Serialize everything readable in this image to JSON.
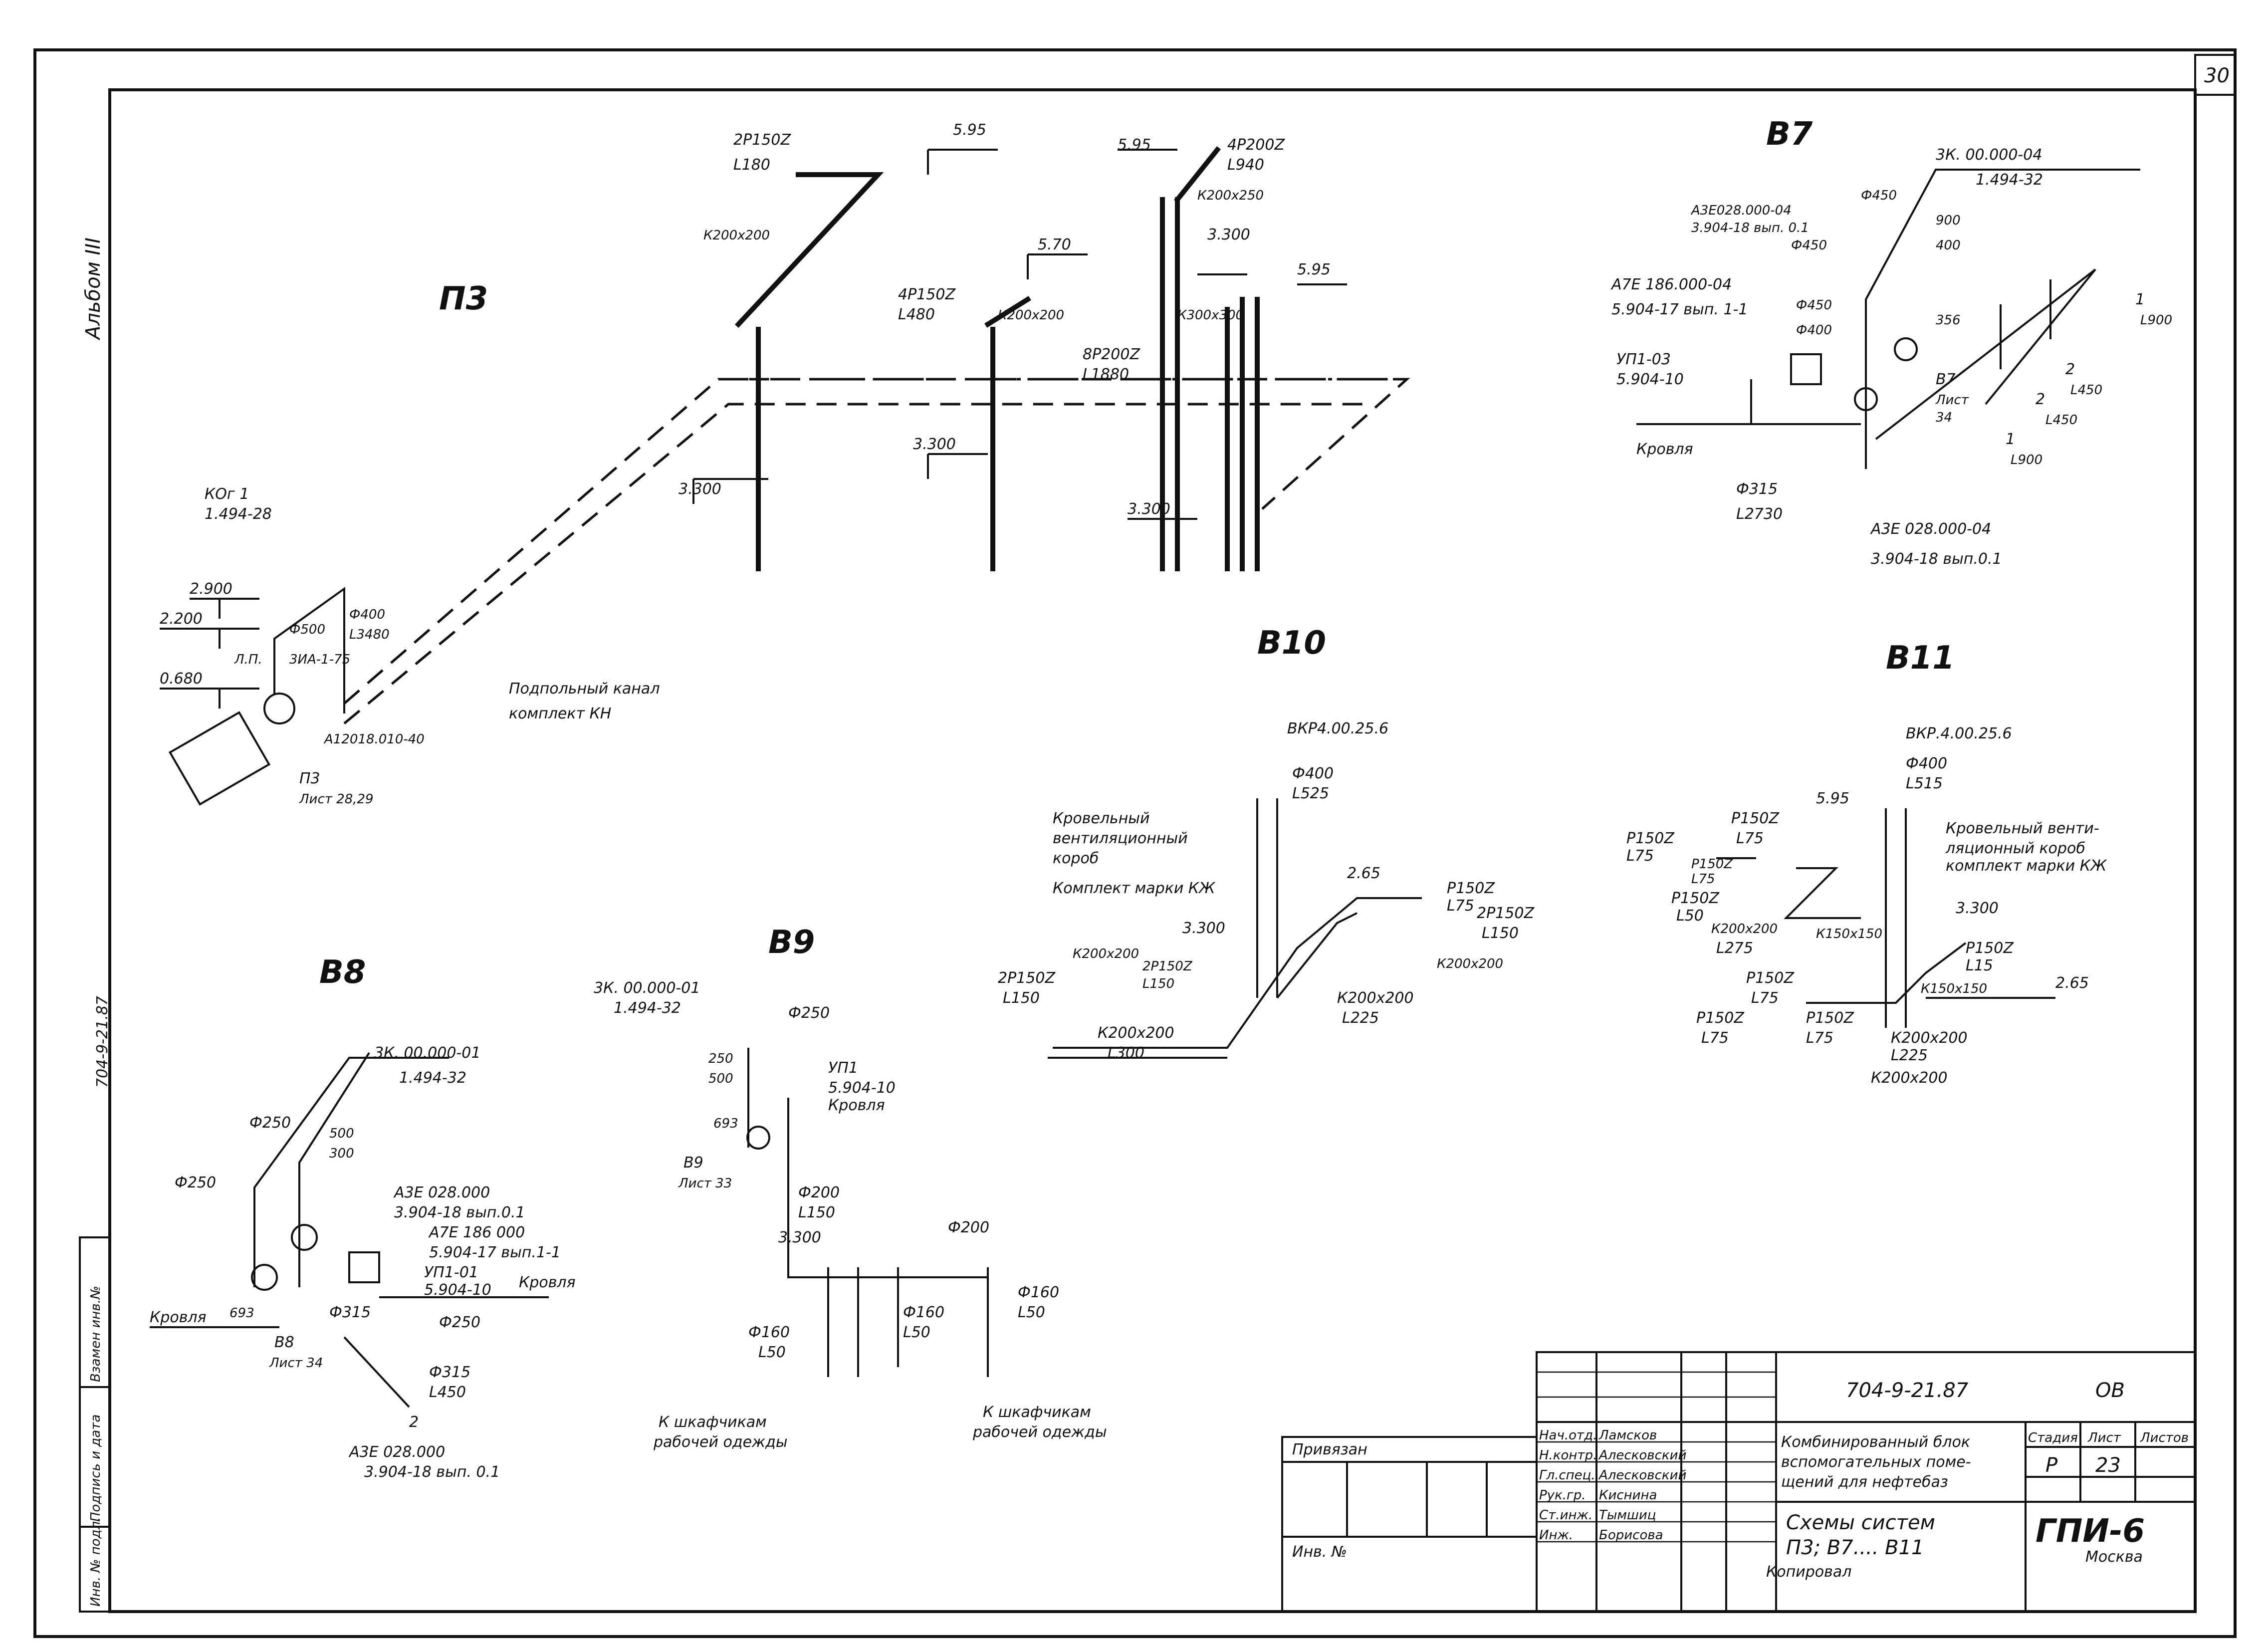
{
  "sheet": {
    "page_number": "30",
    "album": "Альбом III",
    "doc_code_side": "704-9-21.87"
  },
  "side_stamp": {
    "cells": [
      "Инв. № подл.",
      "Подпись и дата",
      "Взамен инв.№"
    ]
  },
  "systems": {
    "p3": {
      "title": "П3",
      "labels": {
        "kog_mark": "КОг 1",
        "kog_series": "1.494-28",
        "l2900": "2.900",
        "l2200": "2.200",
        "l0680": "0.680",
        "phi500": "Ф500",
        "phi400": "Ф400",
        "len3480": "L3480",
        "lp": "Л.П.",
        "zia": "3ИА-1-75",
        "fan": "А12018.010-40",
        "sheet_ref": "П3",
        "sheet_nums": "Лист 28,29",
        "canal_1": "Подпольный канал",
        "canal_2": "комплект КН",
        "r2p150": "2Р150Z",
        "len180": "L180",
        "l595a": "5.95",
        "k200x200": "К200х200",
        "r4p150": "4Р150Z",
        "len480": "L480",
        "l570": "5.70",
        "k200x200b": "К200х200",
        "l3300a": "3.300",
        "l3300b": "3.300",
        "l595b": "5.95",
        "r4p200": "4Р200Z",
        "len940": "L940",
        "k200x250": "К200х250",
        "l3300c": "3.300",
        "k300x300": "К300х300",
        "l595c": "5.95",
        "r8p200": "8Р200Z",
        "len1880": "L1880",
        "l3300d": "3.300"
      }
    },
    "b7": {
      "title": "В7",
      "labels": {
        "zk": "3К. 00.000-04",
        "zk_series": "1.494-32",
        "aze": "А3Е028.000-04",
        "aze_doc": "3.904-18 вып. 0.1",
        "phi450a": "Ф450",
        "phi450b": "Ф450",
        "d900": "900",
        "d400": "400",
        "a7e": "А7Е 186.000-04",
        "a7e_doc": "5.904-17 вып. 1-1",
        "phi450c": "Ф450",
        "phi400": "Ф400",
        "d356": "356",
        "up": "УП1-03",
        "up_doc": "5.904-10",
        "b7": "В7",
        "sheet": "Лист",
        "sheet_no": "34",
        "roof": "Кровля",
        "phi315": "Ф315",
        "len2730": "L2730",
        "aze2": "А3Е 028.000-04",
        "aze2_doc": "3.904-18 вып.0.1",
        "n1a": "1",
        "l900a": "L900",
        "n2a": "2",
        "l450a": "L450",
        "n2b": "2",
        "l450b": "L450",
        "n1b": "1",
        "l900b": "L900"
      }
    },
    "b8": {
      "title": "В8",
      "labels": {
        "zk": "3К. 00.000-01",
        "zk_series": "1.494-32",
        "phi250a": "Ф250",
        "d500": "500",
        "d300": "300",
        "phi250b": "Ф250",
        "aze": "А3Е 028.000",
        "aze_doc": "3.904-18 вып.0.1",
        "a7e": "А7Е 186 000",
        "a7e_doc": "5.904-17 вып.1-1",
        "up": "УП1-01",
        "up_doc": "5.904-10",
        "roof_r": "Кровля",
        "roof_l": "Кровля",
        "d693": "693",
        "phi315a": "Ф315",
        "phi250c": "Ф250",
        "b8": "В8",
        "sheet": "Лист 34",
        "phi315b": "Ф315",
        "len450": "L450",
        "n2": "2",
        "aze2": "А3Е 028.000",
        "aze2_doc": "3.904-18 вып. 0.1"
      }
    },
    "b9": {
      "title": "В9",
      "labels": {
        "zk": "3К. 00.000-01",
        "zk_series": "1.494-32",
        "phi250": "Ф250",
        "d250": "250",
        "d500": "500",
        "up": "УП1",
        "up_doc": "5.904-10",
        "roof": "Кровля",
        "d693": "693",
        "b9": "В9",
        "sheet": "Лист 33",
        "phi200a": "Ф200",
        "len150": "L150",
        "l3300": "3.300",
        "phi200b": "Ф200",
        "phi160a": "Ф160",
        "len50a": "L50",
        "phi160b": "Ф160",
        "len50b": "L50",
        "phi160c": "Ф160",
        "len50c": "L50",
        "note_l1": "К шкафчикам",
        "note_l2": "рабочей одежды",
        "note_r1": "К шкафчикам",
        "note_r2": "рабочей одежды"
      }
    },
    "b10": {
      "title": "В10",
      "labels": {
        "vkr": "ВКР4.00.25.6",
        "phi400": "Ф400",
        "len525": "L525",
        "roof_box1": "Кровельный",
        "roof_box2": "вентиляционный",
        "roof_box3": "короб",
        "kit": "Комплект марки КЖ",
        "l265": "2.65",
        "r150a": "Р150Z",
        "len75": "L75",
        "r2p150a": "2Р150Z",
        "len150a": "L150",
        "l3300": "3.300",
        "k200x200a": "К200х200",
        "k200x200b": "К200х200",
        "r2p150b": "2Р150Z",
        "len150b": "L150",
        "r2p150c": "2Р150Z",
        "len150c": "L150",
        "k200x200c": "К200х200",
        "len300": "L300",
        "k200x200d": "К200х200",
        "len225": "L225"
      }
    },
    "b11": {
      "title": "В11",
      "labels": {
        "vkr": "ВКР.4.00.25.6",
        "phi400": "Ф400",
        "len515": "L515",
        "roof_box1": "Кровельный венти-",
        "roof_box2": "ляционный короб",
        "roof_box3": "комплект марки КЖ",
        "l595": "5.95",
        "r150a": "Р150Z",
        "len75a": "L75",
        "r150b": "Р150Z",
        "len75b": "L75",
        "r150c": "Р150Z",
        "len75c": "L75",
        "r150d": "Р150Z",
        "len50": "L50",
        "k200x200a": "К200х200",
        "len275": "L275",
        "k150x150a": "К150х150",
        "l3300": "3.300",
        "r150e": "Р150Z",
        "len15": "L15",
        "k150x150b": "К150х150",
        "l265": "2.65",
        "r150f": "Р150Z",
        "len75d": "L75",
        "r150g": "Р150Z",
        "len75e": "L75",
        "r150h": "Р150Z",
        "len75f": "L75",
        "k200x200b": "К200х200",
        "len225": "L225",
        "k200x200c": "К200х200"
      }
    }
  },
  "title_block": {
    "doc_code": "704-9-21.87",
    "section": "ОВ",
    "privyazan": "Привязан",
    "inv_no": "Инв. №",
    "roles": [
      "Нач.отд.",
      "Н.контр.",
      "Гл.спец.",
      "Рук.гр.",
      "Ст.инж.",
      "Инж."
    ],
    "names": [
      "Ламсков",
      "Алесковский",
      "Алесковский",
      "Киснина",
      "Тымшиц",
      "Борисова"
    ],
    "title_l1": "Комбинированный блок",
    "title_l2": "вспомогательных поме-",
    "title_l3": "щений для нефтебаз",
    "sheet_title_l1": "Схемы систем",
    "sheet_title_l2": "П3; В7.... В11",
    "stage_hdr": "Стадия",
    "sheet_hdr": "Лист",
    "sheets_hdr": "Листов",
    "stage": "Р",
    "sheet_no": "23",
    "org": "ГПИ-6",
    "city": "Москва",
    "copied": "Копировал"
  }
}
